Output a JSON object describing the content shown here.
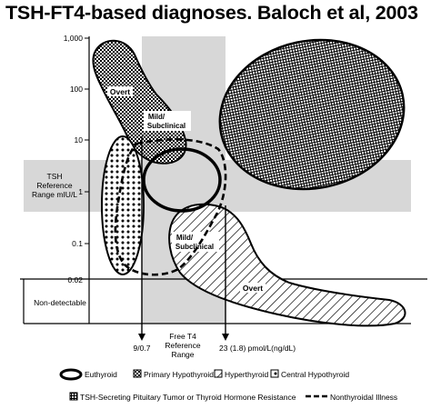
{
  "title": "TSH-FT4-based diagnoses. Baloch et al, 2003",
  "y_axis": {
    "ticks": [
      "1,000",
      "100",
      "10",
      "1",
      "0.1",
      "0.02"
    ],
    "label_lines": [
      "TSH",
      "Reference",
      "Range mIU/L"
    ],
    "nondetectable": "Non-detectable"
  },
  "x_axis": {
    "lower_limit": "9/0.7",
    "upper_limit": "23 (1.8) pmol/L(ng/dL)",
    "label_lines": [
      "Free T4",
      "Reference",
      "Range"
    ]
  },
  "regions": {
    "overt_hypo": "Overt",
    "mild_hypo": [
      "Mild/",
      "Subclinical"
    ],
    "mild_hyper": [
      "Mild/",
      "Subclinical"
    ],
    "overt_hyper": "Overt"
  },
  "legend": {
    "euthyroid": "Euthyroid",
    "primary_hypo": "Primary Hypothyroid",
    "hyper": "Hyperthyroid",
    "central_hypo": "Central Hypothyroid",
    "tsh_secreting": "TSH-Secreting Pituitary Tumor or Thyroid Hormone Resistance",
    "nonthyroidal": "Nonthyroidal Illness"
  },
  "colors": {
    "reference_band": "#d7d7d7",
    "ink": "#000000"
  }
}
